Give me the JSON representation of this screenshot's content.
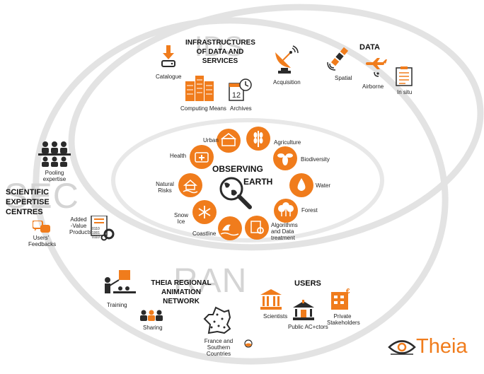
{
  "ids": {
    "ghost": "IDS",
    "heading": "INFRASTRUCTURES OF DATA AND SERVICES"
  },
  "ids_items": {
    "catalogue": "Catalogue",
    "computing": "Computing Means",
    "archives": "Archives",
    "acquisition": "Acquisition"
  },
  "data": {
    "heading": "DATA",
    "spatial": "Spatial",
    "airborne": "Airborne",
    "in_situ": "In situ"
  },
  "observing": {
    "title_line1": "OBSERVING",
    "title_line2": "EARTH"
  },
  "themes": {
    "urban": "Urban",
    "agriculture": "Agriculture",
    "health": "Health",
    "biodiversity": "Biodiversity",
    "natural_risks": "Natural Risks",
    "water": "Water",
    "forest": "Forest",
    "snow_ice": "Snow Ice",
    "algorithms": "Algorithms and Data treatment",
    "coastline": "Coastline"
  },
  "sec": {
    "ghost": "SEC",
    "heading": "SCIENTIFIC EXPERTISE CENTRES",
    "pooling": "Pooling expertise",
    "added_value": "Added -Value Products",
    "feedbacks": "Users' Feedbacks",
    "binary": "0110 1001 0110"
  },
  "ran": {
    "ghost": "RAN",
    "heading": "THEIA REGIONAL ANIMATION NETWORK",
    "training": "Training",
    "sharing": "Sharing",
    "france": "France and Southern Countries"
  },
  "users": {
    "heading": "USERS",
    "scientists": "Scientists",
    "public": "Public AC+ctors",
    "private": "Private Stakeholders"
  },
  "logo": {
    "name": "Theia"
  },
  "colors": {
    "accent": "#f07c1c",
    "dark": "#2b2b2b",
    "ellipse": "#dcdcdc",
    "ghost": "#d4d4d4"
  }
}
